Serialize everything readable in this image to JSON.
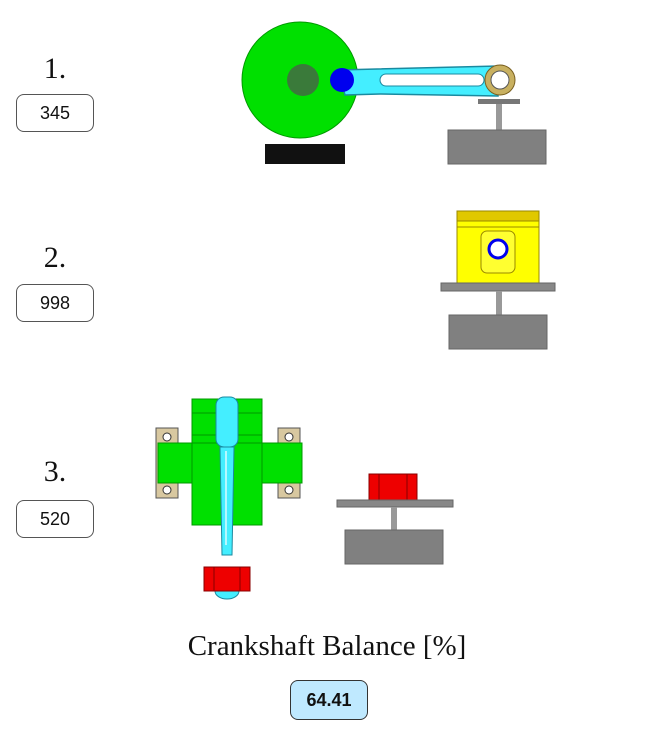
{
  "rows": [
    {
      "number": "1.",
      "value": "345"
    },
    {
      "number": "2.",
      "value": "998"
    },
    {
      "number": "3.",
      "value": "520"
    }
  ],
  "caption": "Crankshaft Balance [%]",
  "result": "64.41",
  "colors": {
    "green": "#00e000",
    "cyan": "#44eeff",
    "blue": "#0000ee",
    "yellow": "#ffff00",
    "red": "#ee0000",
    "gray": "#808080",
    "result_bg": "#bfe9ff"
  }
}
